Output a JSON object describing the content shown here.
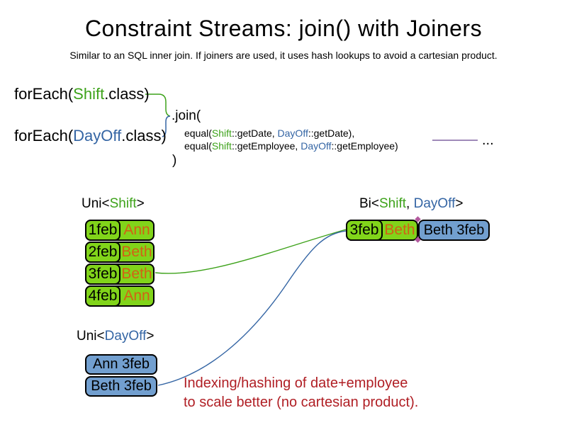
{
  "slide": {
    "title": "Constraint Streams: join() with Joiners",
    "subtitle": "Similar to an SQL inner join. If joiners are used, it uses hash lookups to avoid a cartesian product."
  },
  "code": {
    "foreach_shift": {
      "pre": "forEach(",
      "cls": "Shift",
      "post": ".class)"
    },
    "foreach_dayoff": {
      "pre": "forEach(",
      "cls": "DayOff",
      "post": ".class)"
    },
    "join_open": ".join(",
    "joiner_date": {
      "pre": "equal(",
      "left": "Shift",
      "mid": "::getDate, ",
      "right": "DayOff",
      "post": "::getDate),"
    },
    "joiner_employee": {
      "pre": "equal(",
      "left": "Shift",
      "mid": "::getEmployee, ",
      "right": "DayOff",
      "post": "::getEmployee)"
    },
    "join_close": ")",
    "ellipsis": "..."
  },
  "uni_shift": {
    "label": {
      "pre": "Uni<",
      "type": "Shift",
      "post": ">"
    },
    "rows": [
      {
        "date": "1feb",
        "employee": "Ann"
      },
      {
        "date": "2feb",
        "employee": "Beth"
      },
      {
        "date": "3feb",
        "employee": "Beth"
      },
      {
        "date": "4feb",
        "employee": "Ann"
      }
    ]
  },
  "uni_dayoff": {
    "label": {
      "pre": "Uni<",
      "type": "DayOff",
      "post": ">"
    },
    "rows": [
      {
        "text": "Ann 3feb"
      },
      {
        "text": "Beth 3feb"
      }
    ]
  },
  "bi": {
    "label": {
      "pre": "Bi<",
      "type1": "Shift",
      "sep": ", ",
      "type2": "DayOff",
      "post": ">"
    },
    "row": {
      "date": "3feb",
      "employee": "Beth",
      "dayoff": "Beth 3feb"
    }
  },
  "note": {
    "line1": "Indexing/hashing of date+employee",
    "line2": "to scale better (no cartesian product)."
  },
  "colors": {
    "green_text": "#3DA21A",
    "blue_text": "#3465A4",
    "orange_text": "#D26115",
    "red_text": "#B01E24",
    "green_fill": "#81D41A",
    "blue_fill": "#729FCF",
    "purple": "#8064A2",
    "junction_diamond": "#B3599E"
  }
}
